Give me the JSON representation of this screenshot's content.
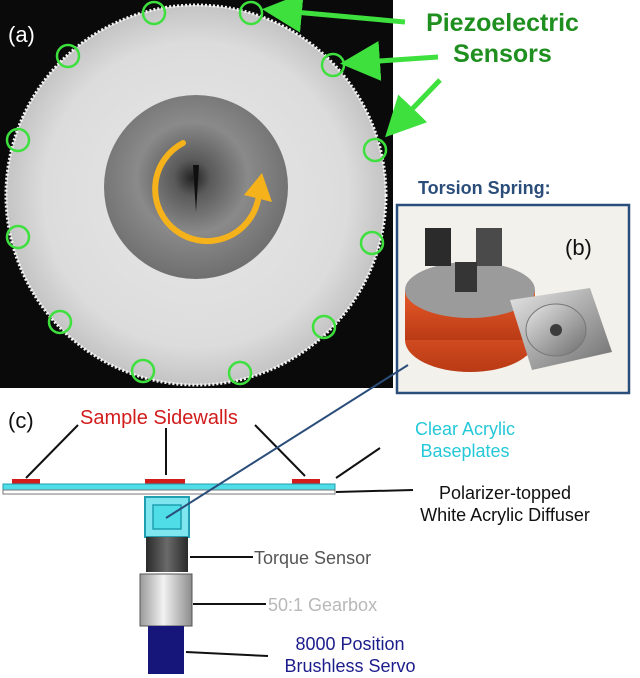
{
  "panels": {
    "a_label": "(a)",
    "b_label": "(b)",
    "c_label": "(c)"
  },
  "labels": {
    "piezo_title": "Piezoelectric Sensors",
    "torsion_title": "Torsion Spring:",
    "sample_sidewalls": "Sample Sidewalls",
    "clear_acrylic": "Clear Acrylic Baseplates",
    "polarizer": "Polarizer-topped White Acrylic Diffuser",
    "torque_sensor": "Torque Sensor",
    "gearbox": "50:1 Gearbox",
    "servo": "8000 Position Brushless Servo"
  },
  "colors": {
    "sensor_ring": "#3ee03e",
    "rotation_arrow": "#f5b21a",
    "sidewall_red": "#d21b1b",
    "baseplate_cyan": "#4fdde8",
    "servo_blue": "#16167a",
    "annotation_green": "#3ee03e",
    "spring_frame": "#2a4d7a"
  },
  "icons": {
    "rotation": "clockwise-rotation-arrow-icon",
    "sensor": "sensor-circle-icon"
  }
}
